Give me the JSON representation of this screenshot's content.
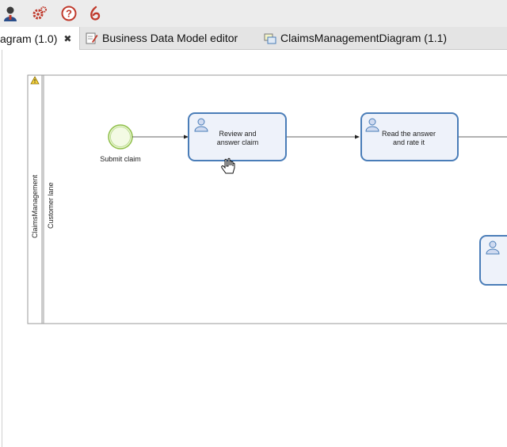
{
  "tabs": [
    {
      "label": "agram (1.0)",
      "active": true
    },
    {
      "label": "Business Data Model editor",
      "active": false
    },
    {
      "label": "ClaimsManagementDiagram (1.1)",
      "active": false
    }
  ],
  "toolbar": {
    "icons": [
      "user-icon",
      "settings-gear-icon",
      "help-icon",
      "bonita-logo-icon"
    ]
  },
  "diagram": {
    "pool_name": "ClaimsManagement",
    "lane_name": "Customer lane",
    "start_event_label": "Submit claim",
    "task1": [
      "Review and",
      "answer claim"
    ],
    "task2": [
      "Read the answer",
      "and rate it"
    ]
  },
  "colors": {
    "task_border": "#4a7db8",
    "task_fill": "#eef2fa",
    "start_event_fill": "#e9f5d0",
    "start_event_border": "#8fbf4a"
  }
}
